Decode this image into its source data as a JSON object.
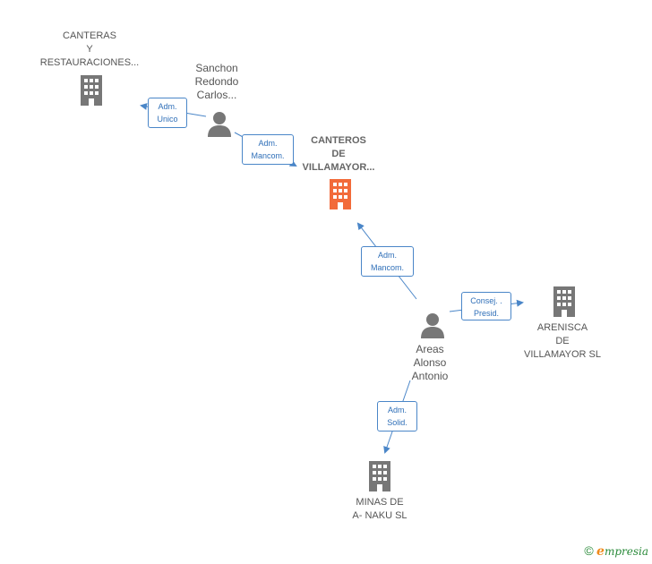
{
  "nodes": {
    "canteras_restauraciones": {
      "label": "CANTERAS\nY\nRESTAURACIONES..."
    },
    "canteros_villamayor": {
      "label": "CANTEROS\nDE\nVILLAMAYOR..."
    },
    "arenisca": {
      "label": "ARENISCA\nDE\nVILLAMAYOR SL"
    },
    "minas": {
      "label": "MINAS DE\nA- NAKU  SL"
    },
    "sanchon": {
      "label": "Sanchon\nRedondo\nCarlos..."
    },
    "areas": {
      "label": "Areas\nAlonso\nAntonio"
    }
  },
  "edges": {
    "adm_unico": "Adm.\nUnico",
    "adm_mancom_1": "Adm.\nMancom.",
    "adm_mancom_2": "Adm.\nMancom.",
    "consej_presid": "Consej. .\nPresid.",
    "adm_solid": "Adm.\nSolid."
  },
  "colors": {
    "primary_company": "#f26b3a",
    "company": "#777777",
    "person": "#777777",
    "edge": "#4a86c8"
  },
  "footer": {
    "copyright": "©",
    "brand_initial": "e",
    "brand_rest": "mpresia"
  }
}
